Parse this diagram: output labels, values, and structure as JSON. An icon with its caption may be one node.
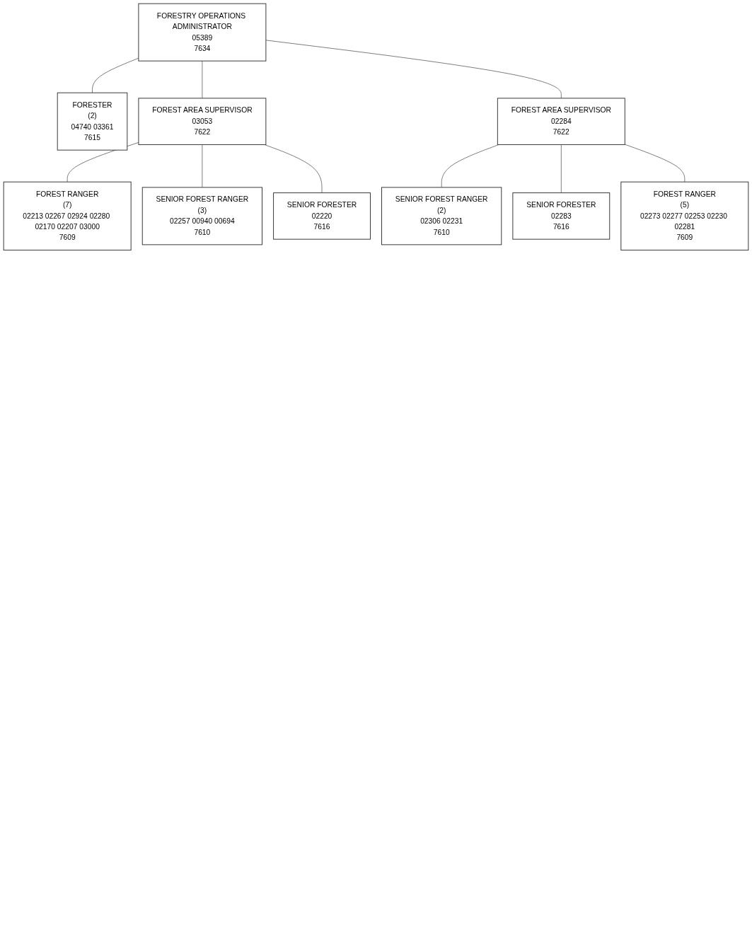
{
  "diagram": {
    "nodes": [
      {
        "text": [
          "FORESTRY OPERATIONS ADMINISTRATOR",
          "05389",
          "7634"
        ]
      },
      {
        "text": [
          "FORESTER",
          "(2)",
          "04740 03361",
          "7615"
        ]
      },
      {
        "text": [
          "FOREST AREA SUPERVISOR",
          "03053",
          "7622"
        ]
      },
      {
        "text": [
          "FOREST AREA SUPERVISOR",
          "02284",
          "7622"
        ]
      },
      {
        "text": [
          "FOREST RANGER",
          "(7)",
          "02213 02267 02924 02280 02170 02207 03000",
          "7609"
        ]
      },
      {
        "text": [
          "SENIOR FOREST RANGER",
          "(3)",
          "02257 00940 00694",
          "7610"
        ]
      },
      {
        "text": [
          "SENIOR FORESTER",
          "02220",
          "7616"
        ]
      },
      {
        "text": [
          "SENIOR FOREST RANGER",
          "(2)",
          "02306 02231",
          "7610"
        ]
      },
      {
        "text": [
          "SENIOR FORESTER",
          "02283",
          "7616"
        ]
      },
      {
        "text": [
          "FOREST RANGER",
          "(5)",
          "02273 02277 02253 02230 02281",
          "7609"
        ]
      }
    ],
    "edges": [
      {
        "from": 0,
        "to": 1,
        "arrow": "none"
      },
      {
        "from": 0,
        "to": 2,
        "arrow": "none"
      },
      {
        "from": 0,
        "to": 3,
        "arrow": "none"
      },
      {
        "from": 2,
        "to": 4,
        "arrow": "none"
      },
      {
        "from": 2,
        "to": 5,
        "arrow": "none"
      },
      {
        "from": 2,
        "to": 6,
        "arrow": "none"
      },
      {
        "from": 3,
        "to": 7,
        "arrow": "none"
      },
      {
        "from": 3,
        "to": 8,
        "arrow": "none"
      },
      {
        "from": 3,
        "to": 9,
        "arrow": "none"
      }
    ]
  }
}
